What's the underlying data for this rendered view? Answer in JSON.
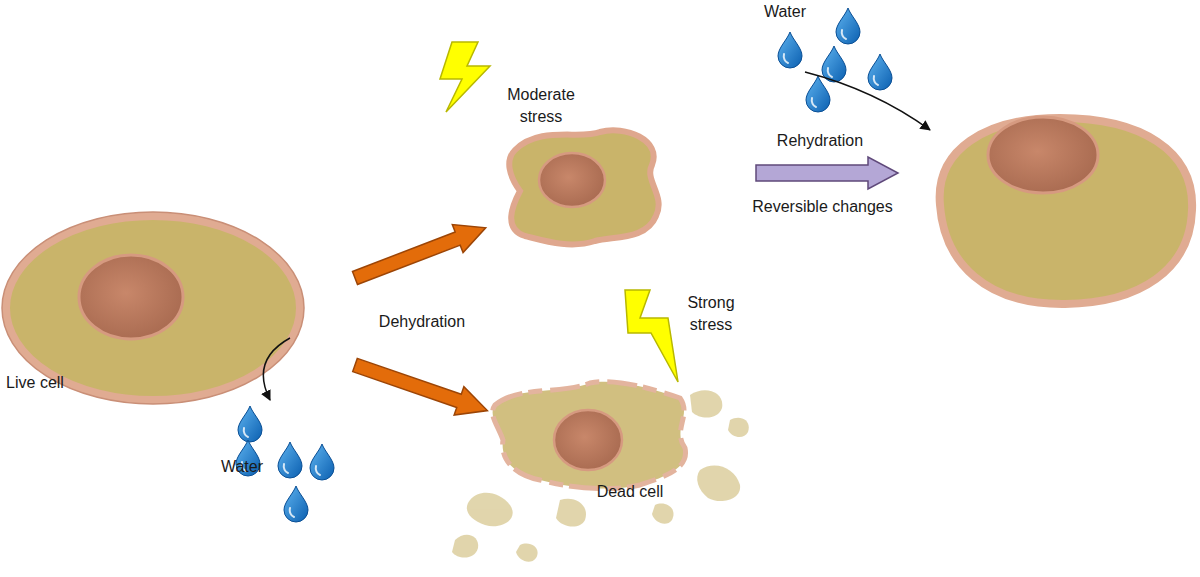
{
  "diagram": {
    "labels": [
      "Moderate stress",
      "Water",
      "Rehydration",
      "Reversible changes",
      "Dehydration",
      "Live cell",
      "Strong stress",
      "Water",
      "Dead cell"
    ]
  }
}
